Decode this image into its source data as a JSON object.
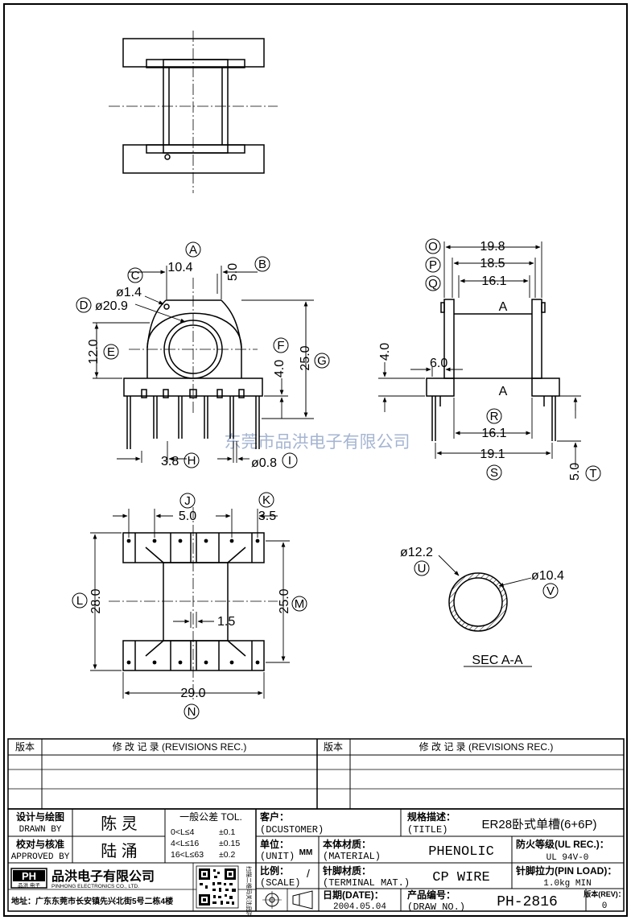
{
  "watermark": "东莞市品洪电子有限公司",
  "top_view": {},
  "front_view": {
    "dims": {
      "d10_4": "10.4",
      "d5_0": "5.0",
      "d1_4": "ø1.4",
      "d20_9": "ø20.9",
      "d12_0": "12.0",
      "d25_0": "25.0",
      "d4_0": "4.0",
      "d3_8": "3.8",
      "d0_8": "ø0.8"
    },
    "labels": {
      "A": "A",
      "B": "B",
      "C": "C",
      "D": "D",
      "E": "E",
      "F": "F",
      "G": "G",
      "H": "H",
      "I": "I"
    }
  },
  "side_view": {
    "dims": {
      "d19_8": "19.8",
      "d18_5": "18.5",
      "d16_1a": "16.1",
      "d4_0": "4.0",
      "d6_0": "6.0",
      "d16_1b": "16.1",
      "d19_1": "19.1",
      "d5_0": "5.0",
      "secA_top": "A",
      "secA_bot": "A"
    },
    "labels": {
      "O": "O",
      "P": "P",
      "Q": "Q",
      "R": "R",
      "S": "S",
      "T": "T"
    }
  },
  "bottom_view": {
    "dims": {
      "d5_0": "5.0",
      "d3_5": "3.5",
      "d28_0": "28.0",
      "d25_0": "25.0",
      "d1_5": "1.5",
      "d29_0": "29.0"
    },
    "labels": {
      "J": "J",
      "K": "K",
      "L": "L",
      "M": "M",
      "N": "N"
    }
  },
  "section": {
    "d12_2": "ø12.2",
    "d10_4": "ø10.4",
    "title": "SEC A-A",
    "labels": {
      "U": "U",
      "V": "V"
    }
  },
  "revisions": {
    "col1": "版本",
    "col2": "修 改 记 录 (REVISIONS REC.)",
    "col3": "版本",
    "col4": "修 改 记 录 (REVISIONS REC.)"
  },
  "title_block": {
    "designed_label": "设计与绘图",
    "designed_label_en": "DRAWN BY",
    "designed_by": "陈 灵",
    "approved_label": "校对与核准",
    "approved_label_en": "APPROVED BY",
    "approved_by": "陆 涌",
    "tolerance_title": "一般公差 TOL.",
    "tol_rows": [
      {
        "range": "0<L≤4",
        "value": "±0.1"
      },
      {
        "range": "4<L≤16",
        "value": "±0.15"
      },
      {
        "range": "16<L≤63",
        "value": "±0.2"
      }
    ],
    "customer_label": "客户：",
    "customer_value": "(DCUSTOMER)",
    "unit_label": "单位：",
    "unit_label_en": "(UNIT)",
    "unit_value": "MM",
    "material_label": "本体材质：",
    "material_label_en": "(MATERIAL)",
    "material_value": "PHENOLIC",
    "title_label": "规格描述：",
    "title_label_en": "(TITLE)",
    "title_value": "ER28卧式单槽(6+6P)",
    "fire_label": "防火等级(UL REC.)：",
    "fire_value": "UL 94V-0",
    "scale_label": "比例：",
    "scale_label_en": "(SCALE)",
    "scale_value": "/",
    "terminal_label": "针脚材质：",
    "terminal_label_en": "(TERMINAL MAT.)",
    "terminal_value": "CP WIRE",
    "pinload_label": "针脚拉力(PIN LOAD)：",
    "pinload_value": "1.0kg MIN",
    "date_label": "日期(DATE)：",
    "date_value": "2004.05.04",
    "drawno_label": "产品编号：",
    "drawno_label_en": "(DRAW NO.)",
    "drawno_value": "PH-2816",
    "rev_label": "版本(REV)：",
    "rev_value": "0",
    "company_logo": "PH",
    "company_logo_sub": "品洪 电子",
    "company_name": "品洪电子有限公司",
    "company_name_en": "PINHONG ELECTRONICS CO., LTD.",
    "qr_caption": "扫描二维码关注品洪",
    "address": "地址：广东东莞市长安镇先兴北街5号二栋4楼"
  }
}
